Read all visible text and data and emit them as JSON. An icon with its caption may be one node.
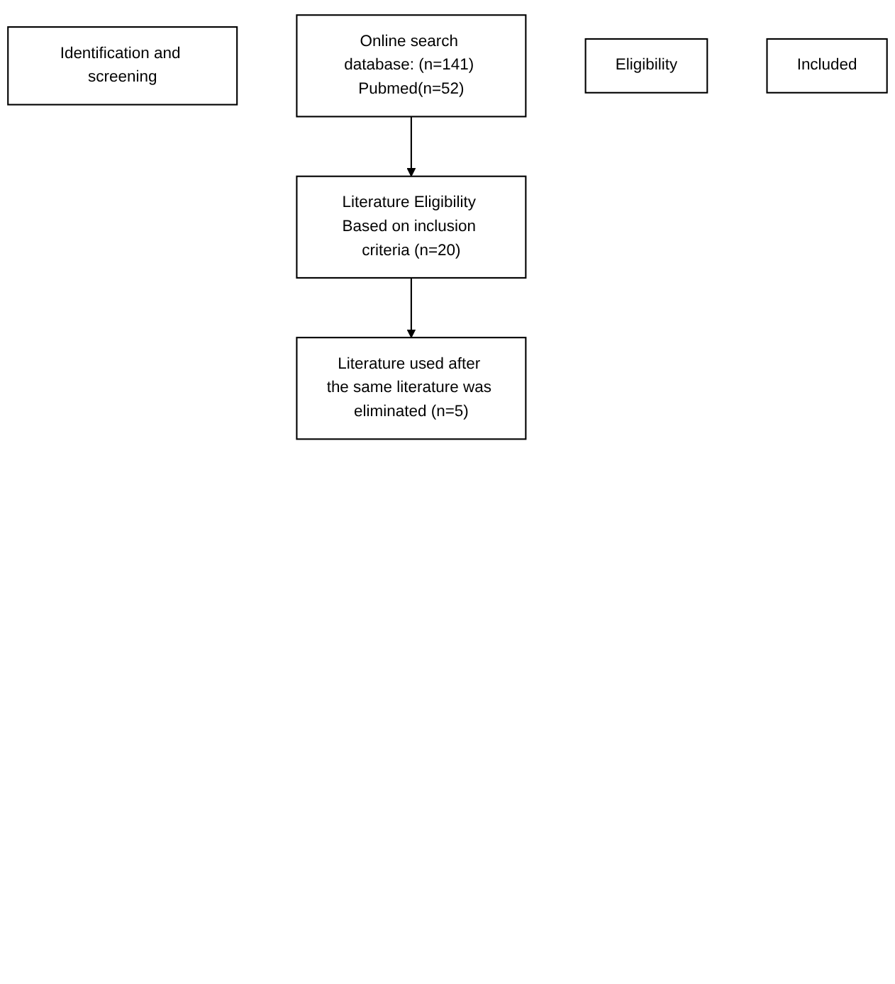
{
  "diagram": {
    "nodes": [
      {
        "text": [
          "Identification and screening"
        ]
      },
      {
        "text": [
          "Online search database: (n=141) Pubmed(n=52)"
        ]
      },
      {
        "text": [
          "Eligibility"
        ]
      },
      {
        "text": [
          "Literature Eligibility Based on inclusion criteria (n=20)"
        ]
      },
      {
        "text": [
          "Included"
        ]
      },
      {
        "text": [
          "Literature used after the same literature was eliminated (n=5)"
        ]
      }
    ],
    "edges": [
      {
        "from": 1,
        "to": 3,
        "arrow": "to"
      },
      {
        "from": 3,
        "to": 5,
        "arrow": "to"
      }
    ]
  }
}
